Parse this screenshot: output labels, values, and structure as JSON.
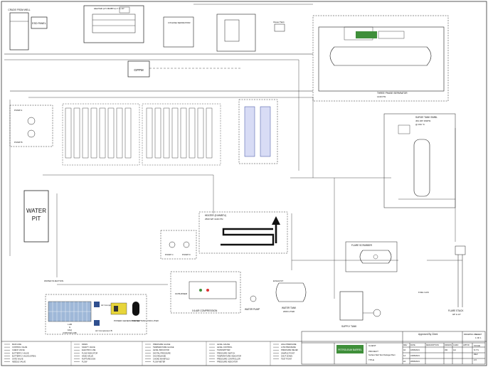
{
  "labels": {
    "crude_unit": "CRUDE FROM WELL",
    "esd_panel": "ESD PANEL",
    "heater_top": "HEATER (2.5 MMBTU) 1\" to 10\"",
    "separator_top": "3 PHASE SEPARATOR",
    "diesel_tank": "Diesel Tank",
    "pump_a": "PUMP A",
    "pump_b": "PUMP B",
    "three_phase_sep": "THREE PHASE SEPARATOR",
    "three_phase_sub": "1440 PSI",
    "surge_tank": "SURGE TANK SIMBL",
    "surge_sub": "454 WP 150PSI",
    "surge_temp": "@ 150 °C",
    "gppm": "GPPM",
    "pump_c": "PUMP C",
    "pump_d": "PUMP D",
    "water_pit_line1": "WATER",
    "water_pit_line2": "PIT",
    "heater_mid_title": "HEATER (5 MMBTU)",
    "heater_mid_sub": "2500 WP 1440 PSI",
    "flare_scrubber": "FLARE SCRUBBER",
    "flare_stack": "FLARE STACK",
    "flare_stack_sub": "HP & LP",
    "oil_burner": "Oil BURNER",
    "air_compression": "0.6 AIR COMPRESSION",
    "water_pump": "WATER PUMP",
    "water_tank": "WATER TANK",
    "water_tank_sub": "2000 LITER",
    "supply_tank": "SUPPLY TANK",
    "lab_line1": "LAB",
    "lab_line2": "&",
    "lab_line3": "FAQ",
    "lab_line4": "(OFFICE/LAB)",
    "air_comp_a": "Air Compressor A",
    "air_comp_b": "Air Compressor B",
    "power_gen": "POWER GENERATOR SET",
    "diesel_tank2": "DIESEL TANK 2,500 LITER",
    "water_injection": "WATER INJECTION",
    "exhaust": "EXHAUST",
    "fuel_gas": "FUEL GAS"
  },
  "title_block": {
    "approved_by_client": "Approved By Client",
    "company": "PETROLEUM BARREL",
    "client_label": "CLIENT",
    "project_label": "PROJECT",
    "project_value": "Surface Well Test Package Plant",
    "title_label": "TITLE",
    "drawing_no_label": "DRAWING NO.",
    "sheet_label": "SHEET",
    "sheet_value": "1 OF 1",
    "rev_label": "REV",
    "rev_value": "2.0",
    "scale_label": "SCALE",
    "scale_value": "N.T.S",
    "columns": [
      "REV",
      "DATE",
      "DESCRIPTION",
      "DRAWN",
      "CHKD",
      "APPVD"
    ],
    "rows": [
      {
        "rev": "0A",
        "date": "18/08/2021",
        "desc": "",
        "drawn": "AW",
        "chkd": "AH",
        "appvd": ""
      },
      {
        "rev": "1A",
        "date": "24/08/2021",
        "desc": "",
        "drawn": "",
        "chkd": "",
        "appvd": ""
      },
      {
        "rev": "2A",
        "date": "28/08/2021",
        "desc": "",
        "drawn": "",
        "chkd": "",
        "appvd": ""
      }
    ]
  },
  "legend_left": [
    "MAIN LINE",
    "CONTROL VALVE",
    "CHECK VALVE",
    "BUTTERFLY VALVE",
    "BUTTERFLY VALVE (OPEN)",
    "GATE VALVE",
    "NEEDLE VALVE"
  ],
  "legend_mid1": [
    "DRAIN",
    "SAFETY VALVE",
    "ELECTRIC LINE",
    "FLOW INDICATOR",
    "HAND VALVE",
    "RUPTURE DISK",
    "FLOW"
  ],
  "legend_mid2": [
    "PRESSURE GAUGE",
    "TEMPERATURE GAUGE",
    "LEVEL INDICATOR",
    "DIGITAL PRESSURE",
    "GAS RELEASE",
    "CHOKE MANIFOLD",
    "FLOW METER"
  ],
  "legend_mid3": [
    "LEVEL GAUGE",
    "LEVEL CONTROL",
    "TRANSMITTER",
    "PRESSURE SWITCH",
    "TEMPERATURE INDICATOR",
    "PRESSURE CONTROLLER",
    "PRESSURE INDICATOR"
  ],
  "legend_right": [
    "HIGH PRESSURE",
    "LOW PRESSURE",
    "PRESSURE RELIEF",
    "SAMPLE POINT",
    "SHUT DOWN",
    "TEST POINT"
  ],
  "colors": {
    "line": "#222222",
    "filter_fill": "#d8dcf5",
    "lab_fill": "#9fb8d8",
    "generator_fill": "#e7d53a",
    "compressor_fill": "#2f4f8f",
    "logo_green": "#3f8f3a"
  }
}
